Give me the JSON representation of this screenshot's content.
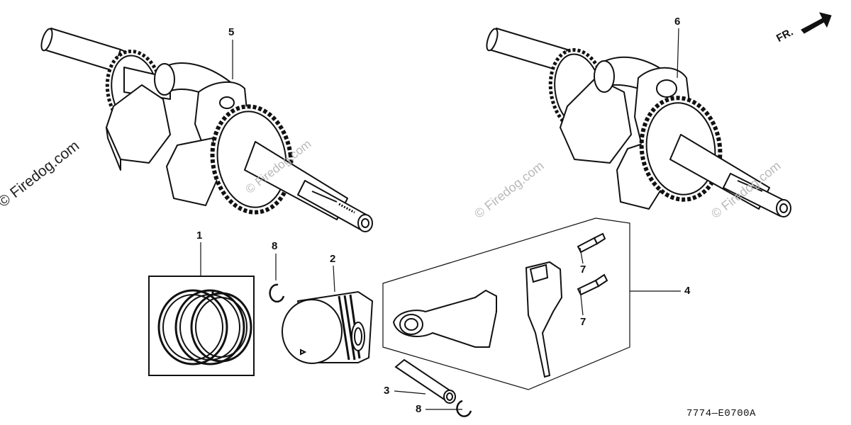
{
  "diagram": {
    "callouts": [
      {
        "id": "cal-5",
        "text": "5"
      },
      {
        "id": "cal-6",
        "text": "6"
      },
      {
        "id": "cal-1",
        "text": "1"
      },
      {
        "id": "cal-8a",
        "text": "8"
      },
      {
        "id": "cal-2",
        "text": "2"
      },
      {
        "id": "cal-7a",
        "text": "7"
      },
      {
        "id": "cal-7b",
        "text": "7"
      },
      {
        "id": "cal-4",
        "text": "4"
      },
      {
        "id": "cal-3",
        "text": "3"
      },
      {
        "id": "cal-8b",
        "text": "8"
      }
    ],
    "direction_label": "FR.",
    "diagram_code": "7774—E0700A",
    "watermark_main": "© Firedog.com",
    "watermark_faint": "© Firedog.com"
  },
  "colors": {
    "line": "#111111",
    "watermark": "#b9b9b9",
    "background": "#ffffff"
  }
}
